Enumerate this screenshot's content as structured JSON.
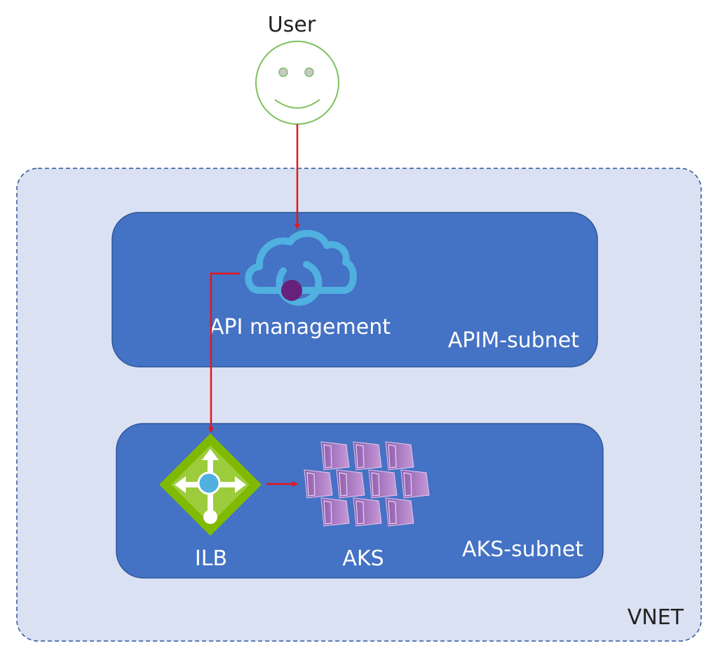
{
  "user": {
    "label": "User",
    "icon": "smiley-user-icon",
    "color": "#7dc15b"
  },
  "vnet": {
    "label": "VNET",
    "fill": "#d9e1f2",
    "border": "#2f5597"
  },
  "apim_subnet": {
    "label": "APIM-subnet",
    "fill": "#4472c4",
    "border": "#2f5597"
  },
  "aks_subnet": {
    "label": "AKS-subnet",
    "fill": "#4472c4",
    "border": "#2f5597"
  },
  "apim": {
    "label": "API management",
    "icon": "api-management-cloud-icon",
    "color": "#50b0e0",
    "accent": "#68217a"
  },
  "ilb": {
    "label": "ILB",
    "icon": "load-balancer-icon",
    "color": "#7fba00",
    "accent": "#50b0e0"
  },
  "aks": {
    "label": "AKS",
    "icon": "kubernetes-cubes-icon",
    "color": "#a67ac0"
  },
  "arrow_color": "#e8141c"
}
